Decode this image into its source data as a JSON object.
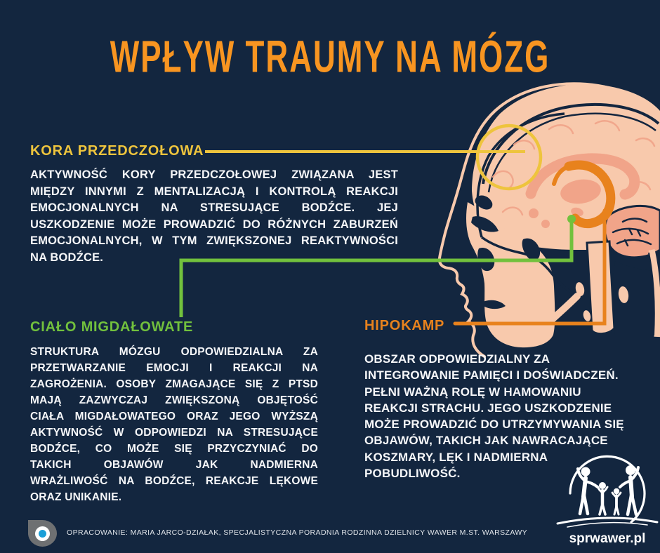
{
  "title": "WPŁYW TRAUMY NA MÓZG",
  "sections": {
    "prefrontal_cortex": {
      "heading": "KORA PRZEDCZOŁOWA",
      "lines": [
        "AKTYWNOŚĆ KORY PRZEDCZOŁOWEJ ZWIĄZANA JEST",
        "MIĘDZY INNYMI Z MENTALIZACJĄ I KONTROLĄ REAKCJI",
        "EMOCJONALNYCH NA STRESUJĄCE BODŹCE. JEJ",
        "USZKODZENIE MOŻE PROWADZIĆ DO RÓŻNYCH ZABURZEŃ",
        "EMOCJONALNYCH, W TYM ZWIĘKSZONEJ REAKTYWNOŚCI",
        "NA BODŹCE."
      ]
    },
    "amygdala": {
      "heading": "CIAŁO MIGDAŁOWATE",
      "lines": [
        "STRUKTURA MÓZGU ODPOWIEDZIALNA ZA",
        "PRZETWARZANIE EMOCJI I REAKCJI NA",
        "ZAGROŻENIA. OSOBY ZMAGAJĄCE SIĘ Z PTSD",
        "MAJĄ ZAZWYCZAJ ZWIĘKSZONĄ OBJĘTOŚĆ",
        "CIAŁA MIGDAŁOWATEGO ORAZ JEGO WYŻSZĄ",
        "AKTYWNOŚĆ W ODPOWIEDZI NA STRESUJĄCE",
        "BODŹCE, CO MOŻE SIĘ PRZYCZYNIAĆ DO",
        "TAKICH OBJAWÓW JAK NADMIERNA",
        "WRAŻLIWOŚĆ NA BODŹCE, REAKCJE LĘKOWE",
        "ORAZ UNIKANIE."
      ]
    },
    "hippocampus": {
      "heading": "HIPOKAMP",
      "lines": [
        "OBSZAR ODPOWIEDZIALNY ZA",
        "INTEGROWANIE PAMIĘCI I DOŚWIADCZEŃ.",
        "PEŁNI WAŻNĄ ROLĘ W HAMOWANIU",
        "REAKCJI STRACHU. JEGO USZKODZENIE",
        "MOŻE PROWADZIĆ DO UTRZYMYWANIA SIĘ",
        "OBJAWÓW, TAKICH JAK NAWRACAJĄCE",
        "KOSZMARY, LĘK I NADMIERNA",
        "POBUDLIWOŚĆ."
      ]
    }
  },
  "footer": {
    "credit": "OPRACOWANIE: MARIA JARCO-DZIAŁAK, SPECJALISTYCZNA PORADNIA RODZINNA DZIELNICY WAWER M.ST. WARSZAWY"
  },
  "logo": {
    "text": "sprwawer.pl"
  },
  "icons": {
    "watermark": "lens-dot-icon",
    "logo_mark": "family-under-arc-icon"
  },
  "colors": {
    "background": "#13263f",
    "title": "#f89521",
    "yellow": "#eec43d",
    "green": "#72c13d",
    "orange": "#e8821d",
    "skin": "#f8c9ac",
    "skin_dark": "#f1a489",
    "body_text": "#f6f7f9",
    "credit_text": "#dfe3e8",
    "watermark_grey": "#6e7072",
    "watermark_blue": "#1b9fd8"
  }
}
